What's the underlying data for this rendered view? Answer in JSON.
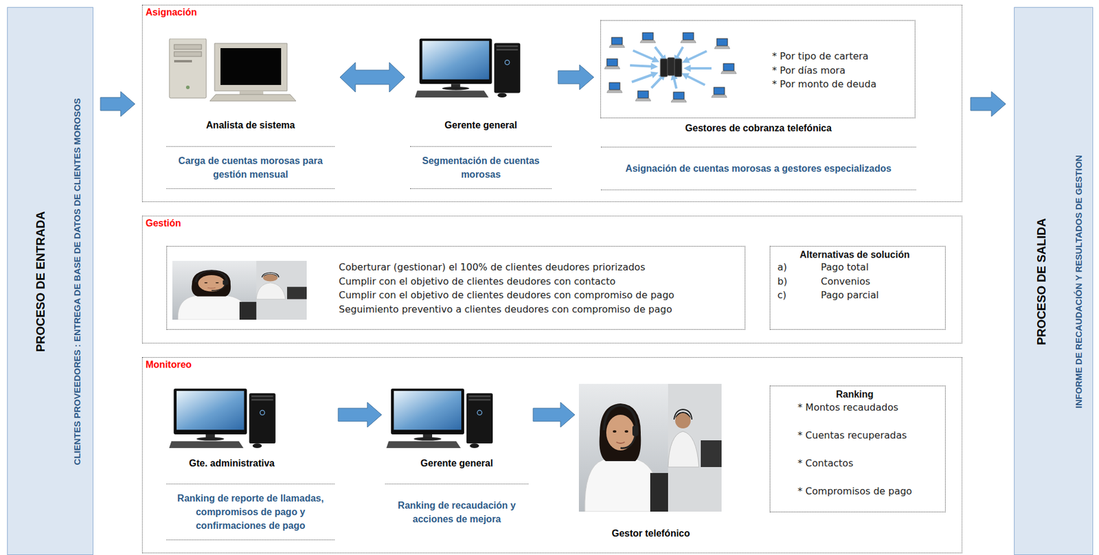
{
  "diagram": {
    "nodes": [
      {
        "text": [
          "PROCESO DE ENTRADA",
          "CLIENTES PROVEEDORES : ENTREGA DE BASE DE DATOS DE CLIENTES MOROSOS"
        ]
      },
      {
        "text": [
          "Asignación"
        ]
      },
      {
        "text": [
          "Analista de sistema",
          "Carga de cuentas morosas para gestión mensual"
        ],
        "in": 1
      },
      {
        "text": [
          "Gerente general",
          "Segmentación de cuentas morosas"
        ],
        "in": 1
      },
      {
        "text": [
          "* Por tipo de cartera",
          "* Por días mora",
          "* Por monto de deuda",
          "Gestores de cobranza telefónica",
          "Asignación de cuentas morosas a gestores especializados"
        ],
        "in": 1
      },
      {
        "text": [
          "Gestión"
        ]
      },
      {
        "text": [
          "Coberturar (gestionar) el 100% de clientes deudores priorizados",
          "Cumplir con el objetivo de clientes deudores con contacto",
          "Cumplir con el objetivo de clientes deudores con compromiso de pago",
          "Seguimiento preventivo a clientes deudores con compromiso de pago"
        ],
        "in": 5
      },
      {
        "text": [
          "Alternativas de solución",
          "a)",
          "Pago total",
          "b)",
          "Convenios",
          "c)",
          "Pago parcial"
        ],
        "in": 5
      },
      {
        "text": [
          "Monitoreo"
        ]
      },
      {
        "text": [
          "Gte. administrativa",
          "Ranking de reporte de llamadas, compromisos de pago y confirmaciones de pago"
        ],
        "in": 8
      },
      {
        "text": [
          "Gerente general",
          "Ranking de recaudación y acciones de mejora"
        ],
        "in": 8
      },
      {
        "text": [
          "Gestor telefónico"
        ],
        "in": 8
      },
      {
        "text": [
          "Ranking",
          "* Montos recaudados",
          "* Cuentas recuperadas",
          "* Contactos",
          "* Compromisos de pago"
        ],
        "in": 8
      },
      {
        "text": [
          "PROCESO DE SALIDA",
          "INFORME DE RECAUDACIÓN Y RESULTADOS DE GESTION"
        ]
      }
    ],
    "edges": [
      {
        "from": 0,
        "to": 1,
        "arrow": "to"
      },
      {
        "from": 2,
        "to": 3,
        "arrow": "both"
      },
      {
        "from": 3,
        "to": 4,
        "arrow": "to"
      },
      {
        "from": 9,
        "to": 10,
        "arrow": "to"
      },
      {
        "from": 10,
        "to": 11,
        "arrow": "to"
      },
      {
        "from": 1,
        "to": 13,
        "arrow": "to"
      }
    ]
  }
}
